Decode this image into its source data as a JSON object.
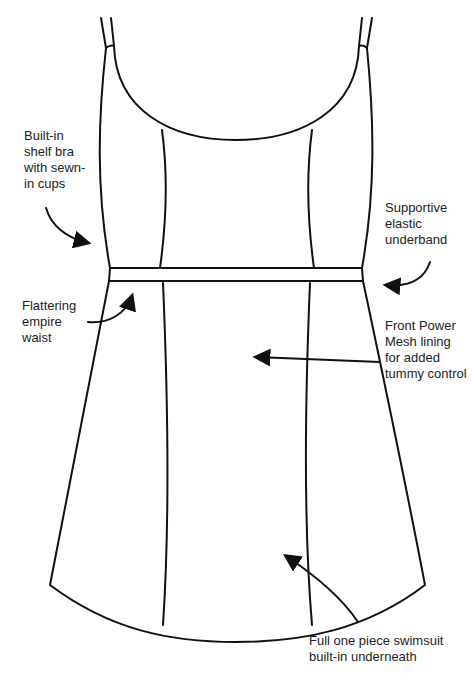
{
  "diagram": {
    "labels": [
      "Built-in shelf bra with sewn-in cups",
      "Supportive elastic underband",
      "Flattering empire waist",
      "Front Power Mesh lining for added tummy control",
      "Full one piece swimsuit built-in underneath"
    ]
  }
}
